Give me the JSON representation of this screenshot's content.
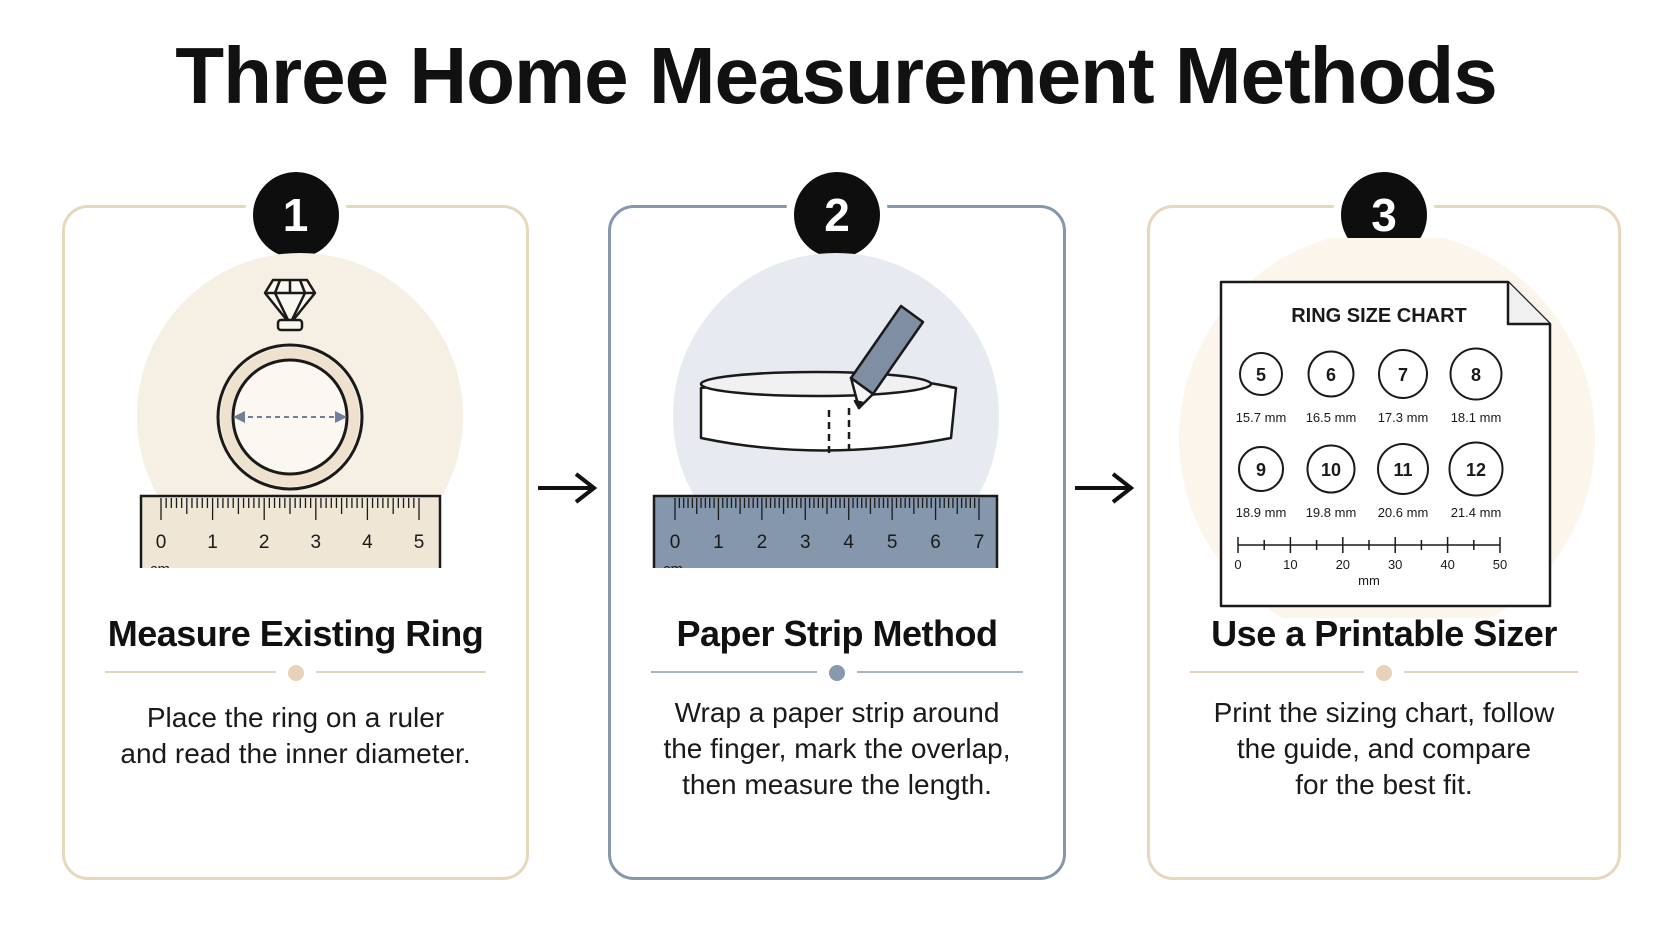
{
  "title": "Three Home Measurement Methods",
  "colors": {
    "beige": "#f6efe4",
    "beige_border": "#e8d6bd",
    "slate": "#8597ad",
    "black": "#0e0e0e"
  },
  "methods": [
    {
      "number": "1",
      "title": "Measure Existing Ring",
      "description_lines": [
        "Place the ring on a ruler",
        "and read the inner diameter."
      ],
      "ruler_ticks": [
        "0",
        "1",
        "2",
        "3",
        "4",
        "5"
      ],
      "ruler_unit": "cm",
      "icon": "ring-on-ruler"
    },
    {
      "number": "2",
      "title": "Paper Strip Method",
      "description_lines": [
        "Wrap a paper strip around",
        "the finger, mark the overlap,",
        "then measure the length."
      ],
      "ruler_ticks": [
        "0",
        "1",
        "2",
        "3",
        "4",
        "5",
        "6",
        "7"
      ],
      "ruler_unit": "cm",
      "icon": "paper-strip-and-pencil"
    },
    {
      "number": "3",
      "title": "Use a Printable Sizer",
      "description_lines": [
        "Print the sizing chart, follow",
        "the guide, and compare",
        "for the best fit."
      ],
      "icon": "printable-size-chart",
      "chart": {
        "heading": "RING SIZE CHART",
        "sizes": [
          {
            "size": "5",
            "mm": "15.7 mm"
          },
          {
            "size": "6",
            "mm": "16.5 mm"
          },
          {
            "size": "7",
            "mm": "17.3 mm"
          },
          {
            "size": "8",
            "mm": "18.1 mm"
          },
          {
            "size": "9",
            "mm": "18.9 mm"
          },
          {
            "size": "10",
            "mm": "19.8 mm"
          },
          {
            "size": "11",
            "mm": "20.6 mm"
          },
          {
            "size": "12",
            "mm": "21.4 mm"
          }
        ],
        "scale_ticks": [
          "0",
          "10",
          "20",
          "30",
          "40",
          "50"
        ],
        "scale_unit": "mm"
      }
    }
  ]
}
